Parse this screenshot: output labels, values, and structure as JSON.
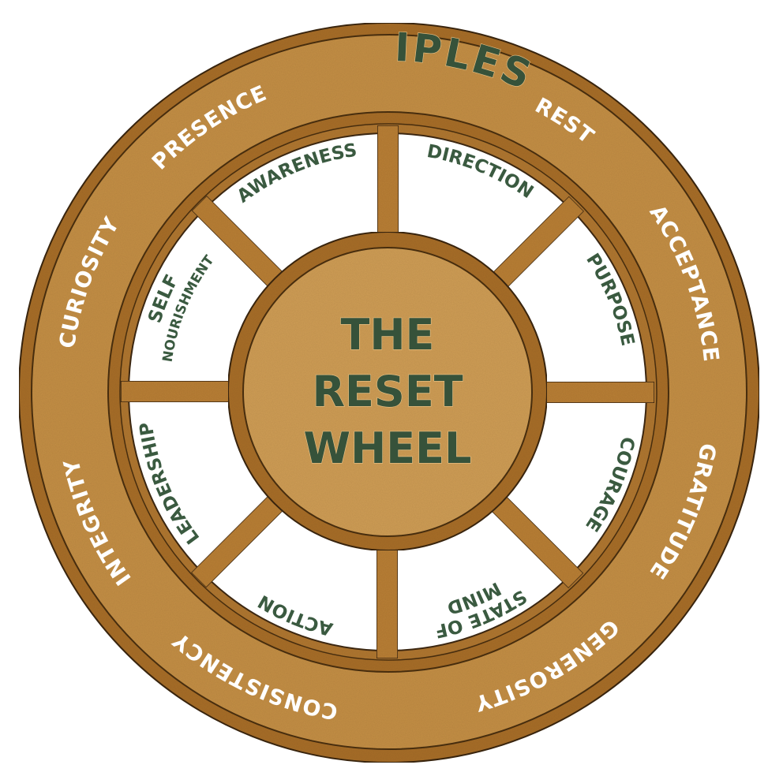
{
  "title": {
    "lines": [
      "THE",
      "RESET",
      "WHEEL"
    ]
  },
  "ring_title": "PRINCIPLES",
  "principles": [
    "REST",
    "ACCEPTANCE",
    "GRATITUDE",
    "GENEROSITY",
    "CONSISTENCY",
    "INTEGRITY",
    "CURIOSITY",
    "PRESENCE"
  ],
  "segments": [
    {
      "label": "DIRECTION"
    },
    {
      "label": "PURPOSE"
    },
    {
      "label": "COURAGE"
    },
    {
      "label": "STATE OF",
      "label2": "MIND"
    },
    {
      "label": "ACTION"
    },
    {
      "label": "LEADERSHIP"
    },
    {
      "label": "SELF",
      "label2": "NOURISHMENT"
    },
    {
      "label": "AWARENESS"
    }
  ],
  "colors": {
    "wood_dark": "#a86e28",
    "wood_band": "#c48f45",
    "wood_hub": "#cf9d55",
    "text_green": "#36523a",
    "segment_fill": "#ffffff"
  }
}
